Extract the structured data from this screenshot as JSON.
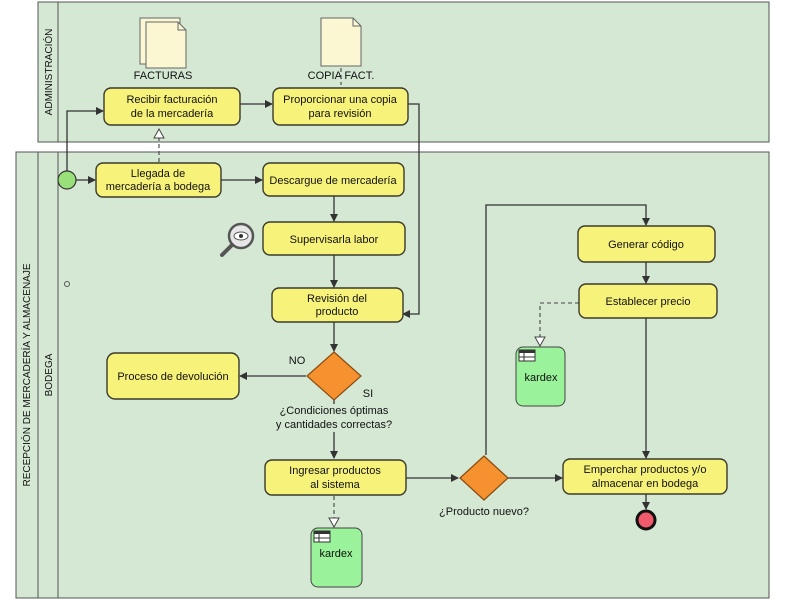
{
  "pools": {
    "administracion": {
      "label": "ADMINISTRACIÓN"
    },
    "recepcion": {
      "label": "RECEPCIÓN DE MERCADERÍA Y ALMACENAJE"
    },
    "bodega_lane": {
      "label": "BODEGA"
    }
  },
  "data_objects": {
    "facturas": {
      "label": "FACTURAS"
    },
    "copia": {
      "label": "COPIA FACT."
    }
  },
  "tasks": {
    "recibir": [
      "Recibir facturación",
      "de la mercadería"
    ],
    "proporcionar": [
      "Proporcionar una copia",
      "para revisión"
    ],
    "llegada": [
      "Llegada de",
      "mercadería a bodega"
    ],
    "descargue": [
      "Descargue de mercadería"
    ],
    "supervisar": [
      "Supervisarla labor"
    ],
    "revision": [
      "Revisión del",
      "producto"
    ],
    "devolucion": [
      "Proceso de devolución"
    ],
    "ingresar": [
      "Ingresar productos",
      "al sistema"
    ],
    "generar": [
      "Generar código"
    ],
    "establecer": [
      "Establecer precio"
    ],
    "emperchar": [
      "Emperchar productos y/o",
      "almacenar en bodega"
    ]
  },
  "gateways": {
    "condiciones": {
      "question": [
        "¿Condiciones óptimas",
        "y cantidades correctas?"
      ],
      "no_label": "NO",
      "si_label": "SI"
    },
    "nuevo": {
      "question": [
        "¿Producto nuevo?"
      ]
    }
  },
  "data_stores": {
    "kardex_top": {
      "label": "kardex"
    },
    "kardex_bottom": {
      "label": "kardex"
    }
  },
  "colors": {
    "pool_fill": "#d4e8d4",
    "task_fill": "#f7f27a",
    "gateway_fill": "#f5922f",
    "start_fill": "#99e07a",
    "end_fill": "#f05a6a",
    "store_fill": "#9af29a"
  },
  "icons": [
    "magnifier-eye-icon",
    "table-icon"
  ]
}
